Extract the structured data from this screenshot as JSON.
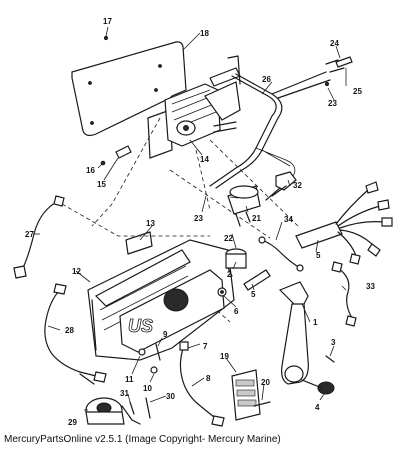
{
  "caption": "MercuryPartsOnline v2.5.1 (Image Copyright- Mercury Marine)",
  "logo_text": "US",
  "callouts": [
    {
      "id": "1",
      "label": "1"
    },
    {
      "id": "2",
      "label": "2"
    },
    {
      "id": "3",
      "label": "3"
    },
    {
      "id": "4",
      "label": "4"
    },
    {
      "id": "5a",
      "label": "5"
    },
    {
      "id": "5b",
      "label": "5"
    },
    {
      "id": "6",
      "label": "6"
    },
    {
      "id": "7",
      "label": "7"
    },
    {
      "id": "8",
      "label": "8"
    },
    {
      "id": "9",
      "label": "9"
    },
    {
      "id": "10",
      "label": "10"
    },
    {
      "id": "11",
      "label": "11"
    },
    {
      "id": "12",
      "label": "12"
    },
    {
      "id": "13",
      "label": "13"
    },
    {
      "id": "14",
      "label": "14"
    },
    {
      "id": "15",
      "label": "15"
    },
    {
      "id": "16",
      "label": "16"
    },
    {
      "id": "17",
      "label": "17"
    },
    {
      "id": "18",
      "label": "18"
    },
    {
      "id": "19",
      "label": "19"
    },
    {
      "id": "20",
      "label": "20"
    },
    {
      "id": "21",
      "label": "21"
    },
    {
      "id": "22",
      "label": "22"
    },
    {
      "id": "23a",
      "label": "23"
    },
    {
      "id": "23b",
      "label": "23"
    },
    {
      "id": "24",
      "label": "24"
    },
    {
      "id": "25",
      "label": "25"
    },
    {
      "id": "26",
      "label": "26"
    },
    {
      "id": "27",
      "label": "27"
    },
    {
      "id": "28",
      "label": "28"
    },
    {
      "id": "29",
      "label": "29"
    },
    {
      "id": "30",
      "label": "30"
    },
    {
      "id": "31",
      "label": "31"
    },
    {
      "id": "32",
      "label": "32"
    },
    {
      "id": "33",
      "label": "33"
    },
    {
      "id": "34",
      "label": "34"
    }
  ]
}
